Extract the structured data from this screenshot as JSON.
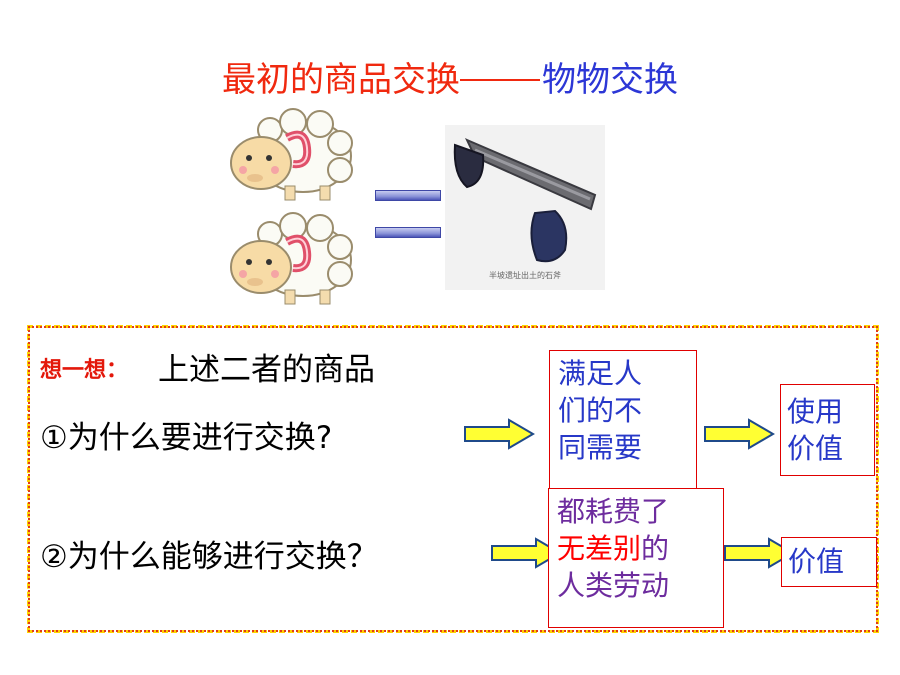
{
  "title": {
    "left": "最初的商品交换",
    "right": "物物交换"
  },
  "photo_caption": "半坡遗址出土的石斧",
  "question": {
    "label": "想一想：",
    "intro": "上述二者的商品",
    "q1": "①为什么要进行交换?",
    "q2": "②为什么能够进行交换？"
  },
  "answers": {
    "a1": [
      "满足人",
      "们的不",
      "同需要"
    ],
    "a2": [
      "使用",
      "价值"
    ],
    "a3_line1": "都耗费了",
    "a3_line2_red": "无差别",
    "a3_line2_rest": "的",
    "a3_line3": "人类劳动",
    "a4": "价值"
  },
  "colors": {
    "title_red": "#f0290f",
    "title_blue": "#2c37d6",
    "answer_blue": "#2738c8",
    "answer_purple": "#6d2c9e",
    "arrow_yellow": "#ffff33",
    "box_border": "#e00000",
    "dashed_border": "#ffd400"
  }
}
